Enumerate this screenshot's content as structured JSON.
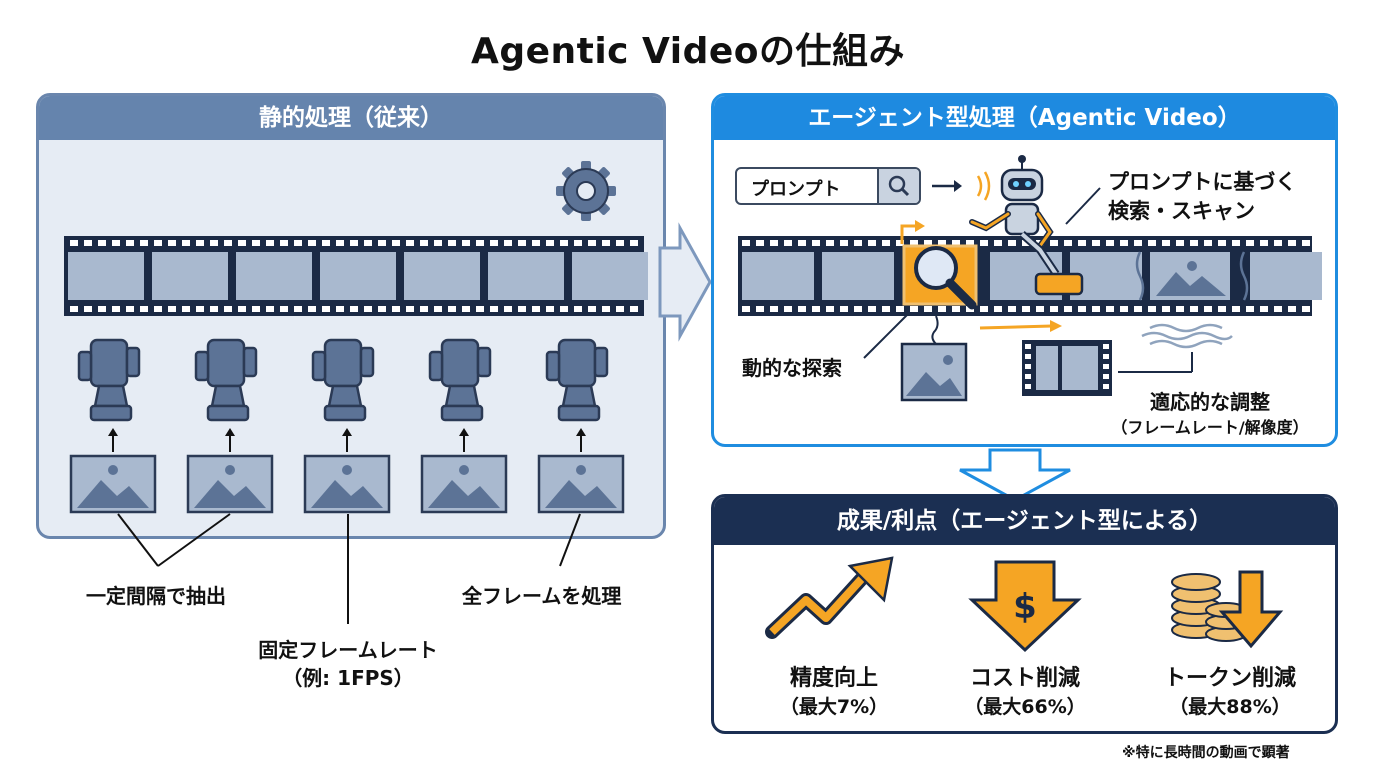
{
  "title": "Agentic Videoの仕組み",
  "static_panel": {
    "header": "静的処理（従来）",
    "label_interval": "一定間隔で抽出",
    "label_all_frames": "全フレームを処理",
    "label_fixed_rate": "固定フレームレート",
    "label_fixed_rate_example": "（例: 1FPS）",
    "icons": [
      "gear-icon",
      "film-strip-icon",
      "camera-icon",
      "image-icon"
    ],
    "camera_count": 5
  },
  "agentic_panel": {
    "header": "エージェント型処理（Agentic Video）",
    "prompt_placeholder": "プロンプト",
    "label_prompt_search_1": "プロンプトに基づく",
    "label_prompt_search_2": "検索・スキャン",
    "label_dynamic": "動的な探索",
    "label_adaptive": "適応的な調整",
    "label_adaptive_sub": "（フレームレート/解像度）",
    "icons": [
      "search-icon",
      "robot-icon",
      "magnifier-icon",
      "image-icon",
      "film-strip-icon",
      "wave-icon"
    ]
  },
  "results_panel": {
    "header": "成果/利点（エージェント型による）",
    "items": [
      {
        "label": "精度向上",
        "sub": "（最大7%）",
        "icon": "trend-up-icon"
      },
      {
        "label": "コスト削減",
        "sub": "（最大66%）",
        "icon": "dollar-down-icon"
      },
      {
        "label": "トークン削減",
        "sub": "（最大88%）",
        "icon": "coins-down-icon"
      }
    ]
  },
  "footnote": "※特に長時間の動画で顕著",
  "colors": {
    "static_header": "#6584ad",
    "agentic_header": "#1e8ae0",
    "results_header": "#1b2f52",
    "accent_orange": "#f5a524",
    "film_dark": "#1b2a45",
    "frame_fill": "#a9b9cf"
  }
}
